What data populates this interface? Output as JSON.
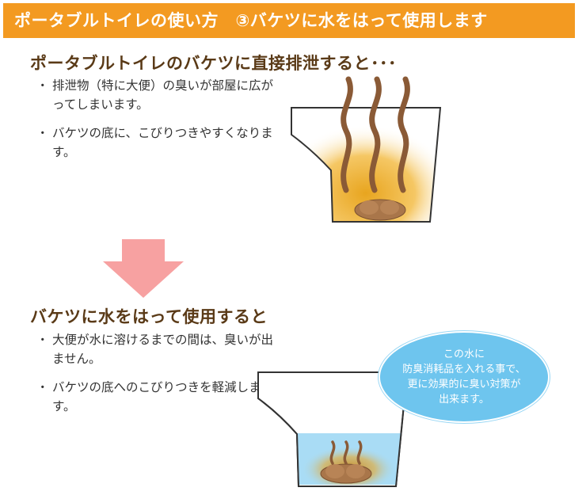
{
  "header": {
    "title": "ポータブルトイレの使い方　③バケツに水をはって使用します"
  },
  "section_without_water": {
    "heading": "ポータブルトイレのバケツに直接排泄すると･･･",
    "bullets": [
      "排泄物（特に大便）の臭いが部屋に広がってしまいます。",
      "バケツの底に、こびりつきやすくなります。"
    ]
  },
  "section_with_water": {
    "heading": "バケツに水をはって使用すると",
    "bullets": [
      "大便が水に溶けるまでの間は、臭いが出ません。",
      "バケツの底へのこびりつきを軽減します。"
    ]
  },
  "callout": {
    "lines": [
      "この水に",
      "防臭消耗品を入れる事で、",
      "更に効果的に臭い対策が",
      "出来ます。"
    ]
  },
  "colors": {
    "header_bg": "#f39a21",
    "heading_text": "#5a3a17",
    "arrow": "#f7a1a1",
    "odor_glow": "#f2b233",
    "stool": "#a9764a",
    "water": "#a9dcf5",
    "callout_bg": "#6ec5ee"
  },
  "icons": [
    "odor-wave-icon",
    "down-arrow-icon"
  ]
}
